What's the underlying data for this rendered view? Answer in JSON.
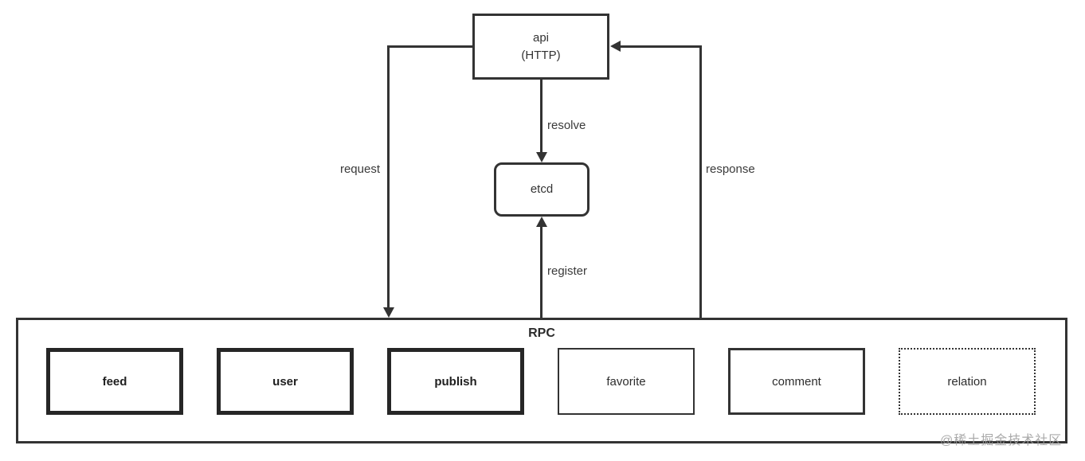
{
  "diagram": {
    "nodes": {
      "api": {
        "line1": "api",
        "line2": "(HTTP)"
      },
      "etcd": {
        "label": "etcd"
      },
      "rpc": {
        "label": "RPC"
      }
    },
    "services": [
      {
        "label": "feed",
        "emphasis": "bold"
      },
      {
        "label": "user",
        "emphasis": "bold"
      },
      {
        "label": "publish",
        "emphasis": "bold"
      },
      {
        "label": "favorite",
        "emphasis": "normal"
      },
      {
        "label": "comment",
        "emphasis": "normal"
      },
      {
        "label": "relation",
        "emphasis": "dotted"
      }
    ],
    "edges": {
      "request": "request",
      "resolve": "resolve",
      "register": "register",
      "response": "response"
    },
    "colors": {
      "line": "#333333",
      "text": "#333333",
      "bold_border": "#262626",
      "watermark": "#9b9b9b",
      "background": "#ffffff"
    },
    "watermark": "@稀土掘金技术社区"
  }
}
